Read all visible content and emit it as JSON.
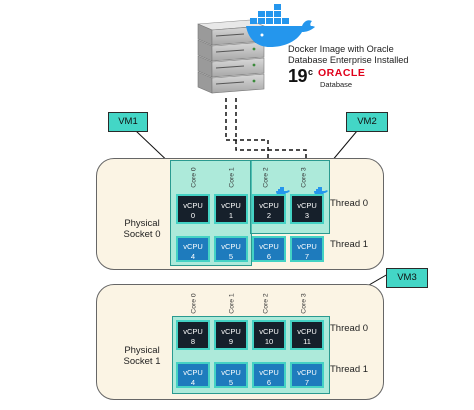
{
  "caption": {
    "line1": "Docker Image with Oracle",
    "line2": "Database Enterprise Installed",
    "version": "19",
    "version_sup": "c",
    "oracle_brand": "ORACLE",
    "oracle_product": "Database"
  },
  "vms": [
    "VM1",
    "VM2",
    "VM3"
  ],
  "sockets": [
    {
      "label_line1": "Physical",
      "label_line2": "Socket 0",
      "cores": [
        "Core 0",
        "Core 1",
        "Core 2",
        "Core 3"
      ],
      "thread0": {
        "label": "Thread 0",
        "vcpus": [
          [
            "vCPU",
            "0"
          ],
          [
            "vCPU",
            "1"
          ],
          [
            "vCPU",
            "2"
          ],
          [
            "vCPU",
            "3"
          ]
        ]
      },
      "thread1": {
        "label": "Thread 1",
        "vcpus": [
          [
            "vCPU",
            "4"
          ],
          [
            "vCPU",
            "5"
          ],
          [
            "vCPU",
            "6"
          ],
          [
            "vCPU",
            "7"
          ]
        ]
      }
    },
    {
      "label_line1": "Physical",
      "label_line2": "Socket 1",
      "cores": [
        "Core 0",
        "Core 1",
        "Core 2",
        "Core 3"
      ],
      "thread0": {
        "label": "Thread 0",
        "vcpus": [
          [
            "vCPU",
            "8"
          ],
          [
            "vCPU",
            "9"
          ],
          [
            "vCPU",
            "10"
          ],
          [
            "vCPU",
            "11"
          ]
        ]
      },
      "thread1": {
        "label": "Thread 1",
        "vcpus": [
          [
            "vCPU",
            "4"
          ],
          [
            "vCPU",
            "5"
          ],
          [
            "vCPU",
            "6"
          ],
          [
            "vCPU",
            "7"
          ]
        ]
      }
    }
  ],
  "colors": {
    "accent": "#43d6c6",
    "vcpu_dark": "#16202b",
    "vcpu_light": "#1e7bbd",
    "socket_bg": "#fbf4e4",
    "docker_blue": "#2496ed",
    "oracle_red": "#e0001b"
  },
  "icons": [
    "server-rack-icon",
    "docker-whale-icon",
    "docker-whale-small-icon"
  ]
}
